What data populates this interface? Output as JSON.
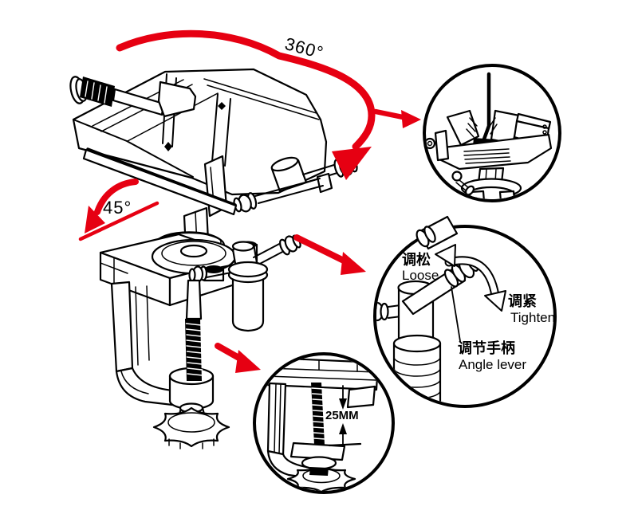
{
  "figure": {
    "kind": "product-instruction-diagram",
    "subject": "swivel table vise with clamp base",
    "colors": {
      "annotation_red": "#e60012",
      "line_black": "#000000",
      "background": "#ffffff"
    },
    "annotations": {
      "rotation_label": "360°",
      "tilt_label": "45°"
    },
    "callouts": {
      "side_view": {
        "description": "vise side view holding vertical rod"
      },
      "angle_lever": {
        "loose_zh": "调松",
        "loose_en": "Loose",
        "tighten_zh": "调紧",
        "tighten_en": "Tighten",
        "lever_zh": "调节手柄",
        "lever_en": "Angle lever"
      },
      "clamp_screw": {
        "dimension_label": "25MM"
      }
    }
  }
}
